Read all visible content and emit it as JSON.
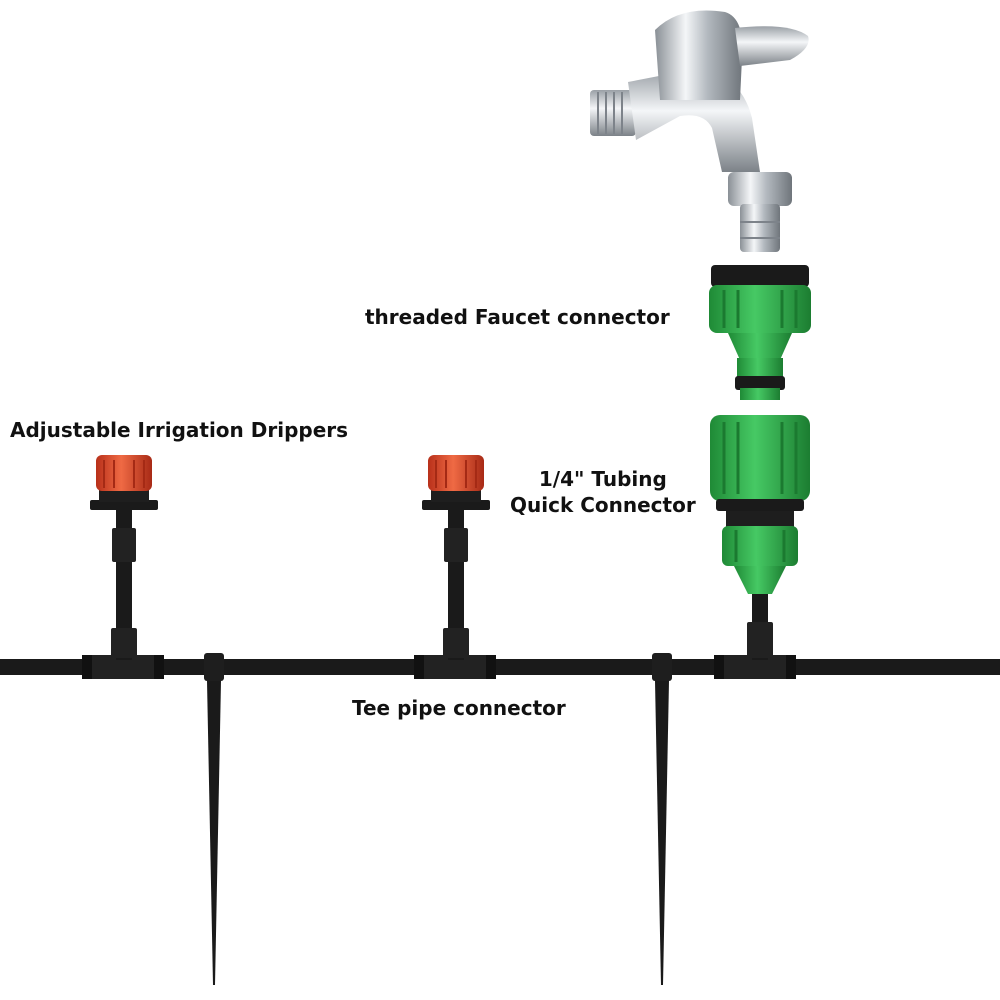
{
  "labels": {
    "drippers": "Adjustable Irrigation Drippers",
    "faucet_connector": "threaded Faucet connector",
    "quick_connector_line1": "1/4\" Tubing",
    "quick_connector_line2": "Quick Connector",
    "tee": "Tee pipe connector"
  },
  "colors": {
    "background": "#ffffff",
    "tubing": "#1a1a1a",
    "dripper_cap": "#d9472b",
    "connector_green": "#2fae4a",
    "faucet_chrome": "#c9ced3"
  },
  "icons": [
    "faucet-icon",
    "faucet-connector-icon",
    "quick-connector-icon",
    "dripper-icon",
    "tee-connector-icon",
    "stake-icon"
  ]
}
